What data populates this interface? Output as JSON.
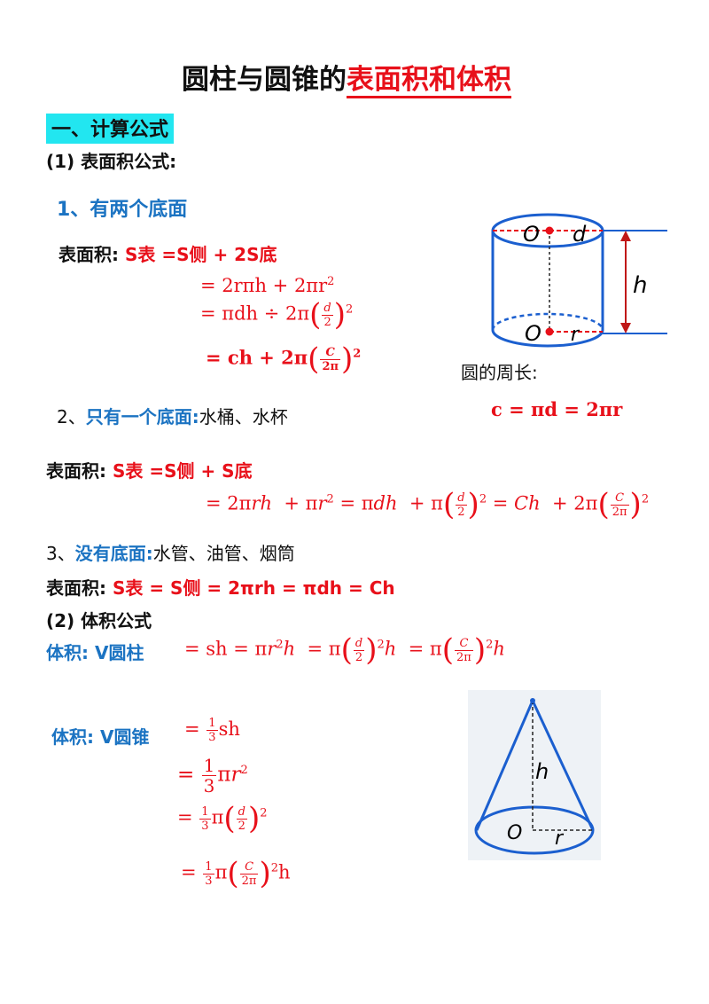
{
  "title": {
    "main": "圆柱与圆锥的",
    "highlight": "表面积和体积"
  },
  "section1": {
    "heading": "一、计算公式",
    "sub1": "(1) 表面积公式:"
  },
  "case1": {
    "heading": "1、有两个底面",
    "label": "表面积:",
    "formula_head": "S表 =S侧 + 2S底",
    "line1": "= 2rπh + 2πr²",
    "line2": "= πdh ÷ 2π(d/2)²",
    "line3": "= ch + 2π(C/2π)²"
  },
  "cylinder_fig": {
    "o": "O",
    "d": "d",
    "h": "h",
    "r": "r",
    "caption": "圆的周长:",
    "formula": "c = πd = 2πr"
  },
  "case2": {
    "num": "2、",
    "heading": "只有一个底面:",
    "examples": "水桶、水杯",
    "label": "表面积:",
    "formula_head": "S表 =S侧 + S底",
    "line1": "= 2πrh + πr² = πdh + π(d/2)² = Ch + 2π(C/2π)²"
  },
  "case3": {
    "num": "3、",
    "heading": "没有底面:",
    "examples": "水管、油管、烟筒",
    "label": "表面积:",
    "formula": "S表 = S侧 = 2πrh = πdh = Ch"
  },
  "section2": {
    "sub2": "(2) 体积公式"
  },
  "vol_cyl": {
    "label": "体积: V圆柱",
    "formula": "= sh = πr²h = π(d/2)²h = π(C/2π)²h"
  },
  "vol_cone": {
    "label": "体积: V圆锥",
    "line1": "= 1/3 sh",
    "line2": "= 1/3 πr²",
    "line3": "= 1/3 π(d/2)²",
    "line4": "= 1/3 π(C/2π)² h"
  },
  "cone_fig": {
    "h": "h",
    "o": "O",
    "r": "r"
  },
  "colors": {
    "accent_red": "#e8101a",
    "blue": "#1b73c2",
    "highlight": "#22e6f0"
  }
}
